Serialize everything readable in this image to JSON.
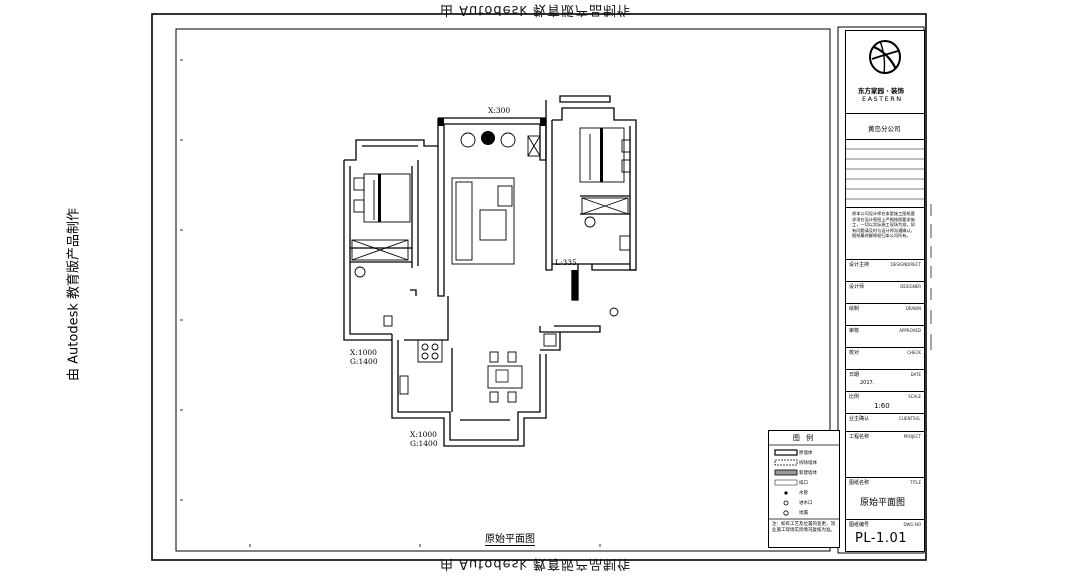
{
  "watermark": {
    "text": "由 Autodesk 教育版产品制作"
  },
  "plan": {
    "title": "原始平面图",
    "dimensions": [
      {
        "id": "x300",
        "text": "X:300"
      },
      {
        "id": "l335",
        "text": "L:335"
      },
      {
        "id": "x1000_a",
        "text": "X:1000"
      },
      {
        "id": "g1400_a",
        "text": "G:1400"
      },
      {
        "id": "x1000_b",
        "text": "X:1000"
      },
      {
        "id": "g1400_b",
        "text": "G:1400"
      }
    ]
  },
  "legend": {
    "title": "图 例",
    "items": [
      {
        "label": "原墙体"
      },
      {
        "label": "拆除墙体"
      },
      {
        "label": "新建墙体"
      },
      {
        "label": "排口"
      },
      {
        "label": "水管"
      },
      {
        "label": "进水口"
      },
      {
        "label": "地漏"
      }
    ],
    "note": "注：如有工艺及位置的变更，须业施工现场实际情况复核为准。"
  },
  "title_block": {
    "brand_cn": "东方家园 · 装饰",
    "brand_en": "EASTERN",
    "branch": "黄岛分公司",
    "desc": "原本公司设计师在本套施工图纸要求须在设计图纸上严格按照要求施工，一切以实际施工现场为准，如有问题请及时与设计师沟通确认，图纸最终解释权归本公司所有。",
    "fields": [
      {
        "cn": "设计主持",
        "en": "DESIGNDIRECT"
      },
      {
        "cn": "设计师",
        "en": "DESIGNER"
      },
      {
        "cn": "绘制",
        "en": "DRAWN"
      },
      {
        "cn": "审核",
        "en": "APPROVED"
      },
      {
        "cn": "校对",
        "en": "CHECK"
      },
      {
        "cn": "日期",
        "en": "DATE",
        "value": "2017."
      },
      {
        "cn": "比例",
        "en": "SCALE",
        "value": "1:60"
      },
      {
        "cn": "业主确认",
        "en": "CLIENTSIG."
      },
      {
        "cn": "工程名称",
        "en": "PROJECT"
      },
      {
        "cn": "图纸名称",
        "en": "TITLE",
        "value": "原始平面图"
      },
      {
        "cn": "图纸编号",
        "en": "DWG.NO"
      }
    ],
    "dwg_no": "PL-1.01"
  }
}
